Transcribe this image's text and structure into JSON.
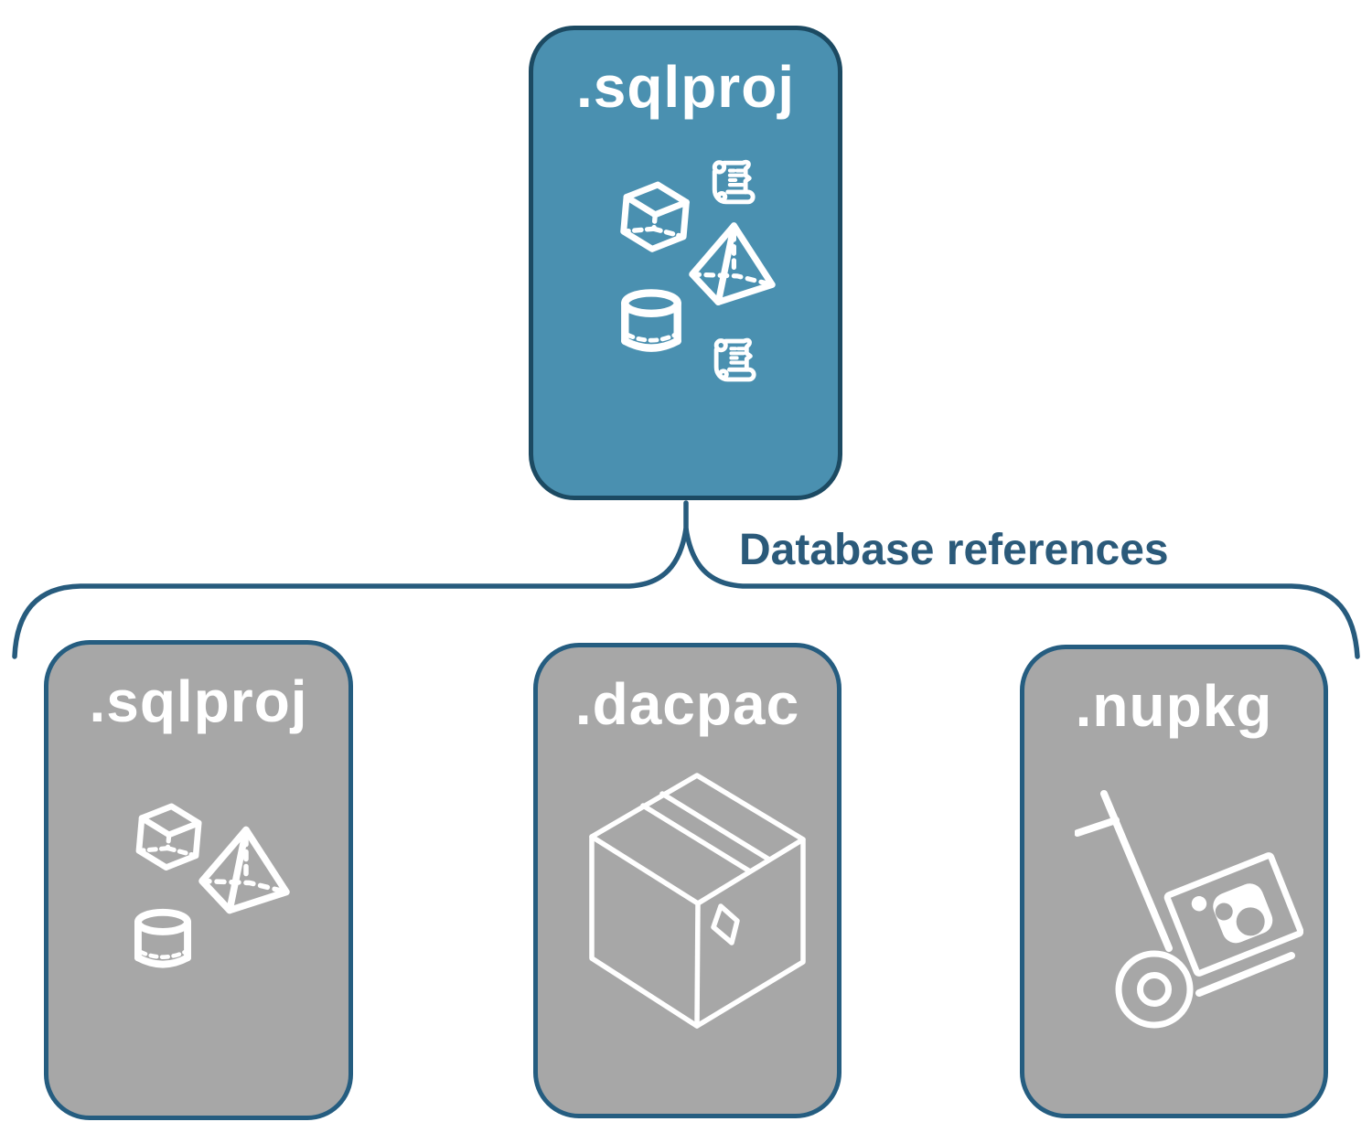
{
  "diagram": {
    "root_box": {
      "label": ".sqlproj",
      "icons": [
        "scroll-icon",
        "cube-icon",
        "pyramid-icon",
        "cylinder-icon",
        "scroll-icon"
      ]
    },
    "connector": {
      "label": "Database references",
      "shape": "upward-curly-brace"
    },
    "child_boxes": [
      {
        "label": ".sqlproj",
        "icons": [
          "cube-icon",
          "pyramid-icon",
          "cylinder-icon"
        ]
      },
      {
        "label": ".dacpac",
        "icons": [
          "package-box-icon"
        ]
      },
      {
        "label": ".nupkg",
        "icons": [
          "handtruck-nuget-package-icon"
        ]
      }
    ],
    "colors": {
      "root_fill": "#4a90b0",
      "root_border": "#1c4a62",
      "child_fill": "#a7a7a7",
      "child_border": "#255d80",
      "connector_line": "#275b7d",
      "connector_text": "#2b5a7a",
      "icon_stroke": "#ffffff",
      "background": "#ffffff"
    }
  }
}
